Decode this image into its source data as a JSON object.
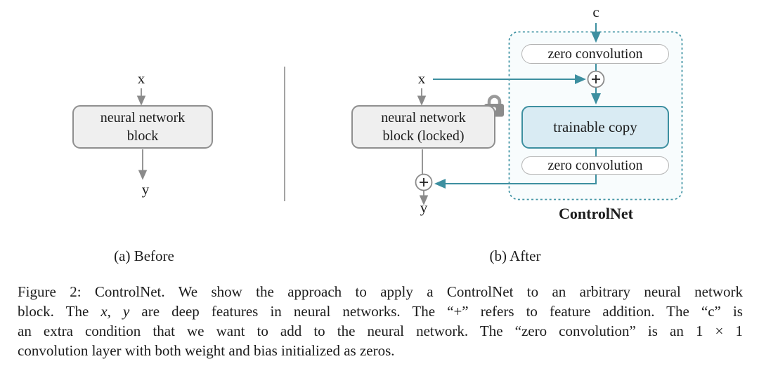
{
  "panel_a": {
    "caption": "(a) Before",
    "input_label": "x",
    "output_label": "y",
    "block_label": "neural network\nblock"
  },
  "panel_b": {
    "caption": "(b) After",
    "condition_label": "c",
    "input_label": "x",
    "output_label": "y",
    "locked_block_label": "neural network\nblock (locked)",
    "zero_conv_top": "zero convolution",
    "trainable_copy": "trainable copy",
    "zero_conv_bottom": "zero convolution",
    "controlnet_label": "ControlNet"
  },
  "icons": {
    "lock_icon": "padlock (frozen weights)",
    "plus_icon": "+ (feature addition)"
  },
  "colors": {
    "teal_accent": "#3d8fa0",
    "gray_line": "#8a8a8a",
    "block_fill": "#efefef",
    "trainable_fill": "#d9ebf3",
    "controlnet_region_fill": "#f8fcfd"
  },
  "figure_caption": {
    "lines": [
      [
        {
          "t": "Figure 2: ControlNet. We show the approach to apply a ControlNet to an arbitrary neural network"
        }
      ],
      [
        {
          "t": "block. The "
        },
        {
          "t": "x, y",
          "i": true
        },
        {
          "t": " are deep features in neural networks. The “+” refers to feature addition. The “c” is"
        }
      ],
      [
        {
          "t": "an extra condition that we want to add to the neural network. The “zero convolution” is an 1 × 1"
        }
      ],
      [
        {
          "t": "convolution layer with both weight and bias initialized as zeros."
        }
      ]
    ]
  }
}
